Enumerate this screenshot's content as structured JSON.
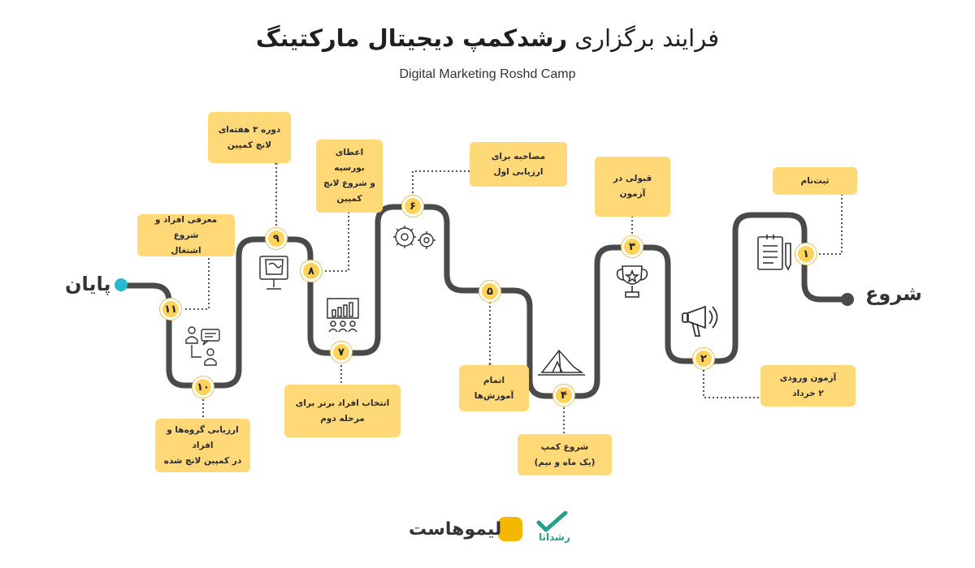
{
  "header": {
    "title_prefix": "فرایند برگزاری",
    "title_bold": "رشدکمپ دیجیتال مارکتینگ",
    "subtitle": "Digital Marketing Roshd Camp"
  },
  "path": {
    "start_label": "شروع",
    "end_label": "پایان",
    "line_color": "#4a4a4a",
    "node_color": "#ffd35a",
    "box_color": "#ffd978",
    "end_dot_color": "#29b6d1"
  },
  "steps": [
    {
      "number": "۱",
      "text": "ثبت‌نام",
      "icon": "document-pencil-icon"
    },
    {
      "number": "۲",
      "text": "آزمون ورودی\n۲ خرداد",
      "icon": "megaphone-icon"
    },
    {
      "number": "۳",
      "text": "قبولی در آزمون",
      "icon": "trophy-icon"
    },
    {
      "number": "۴",
      "text": "شروع کمپ\n(یک ماه و نیم)",
      "icon": "tent-icon"
    },
    {
      "number": "۵",
      "text": "اتمام آموزش‌ها",
      "icon": ""
    },
    {
      "number": "۶",
      "text": "مصاحبه برای\nارزیابی اول",
      "icon": "gears-icon"
    },
    {
      "number": "۷",
      "text": "انتخاب افراد برتر برای\nمرحله دوم",
      "icon": "presentation-icon"
    },
    {
      "number": "۸",
      "text": "اعطای بورسیه\nو شروع لانچ\nکمپین",
      "icon": "monitor-icon"
    },
    {
      "number": "۹",
      "text": "دوره ۳ هفته‌ای\nلانچ کمپین",
      "icon": ""
    },
    {
      "number": "۱۰",
      "text": "ارزیابی گروه‌ها و افراد\nدر کمپین لانچ شده",
      "icon": "chat-people-icon"
    },
    {
      "number": "۱۱",
      "text": "معرفی افراد و شروع\nاشتغال",
      "icon": ""
    }
  ],
  "footer": {
    "brand_limoo": "لیموهاست",
    "brand_roshdana": "رشدانا",
    "limoo_color": "#f5b800",
    "roshdana_color": "#2a9d91"
  }
}
